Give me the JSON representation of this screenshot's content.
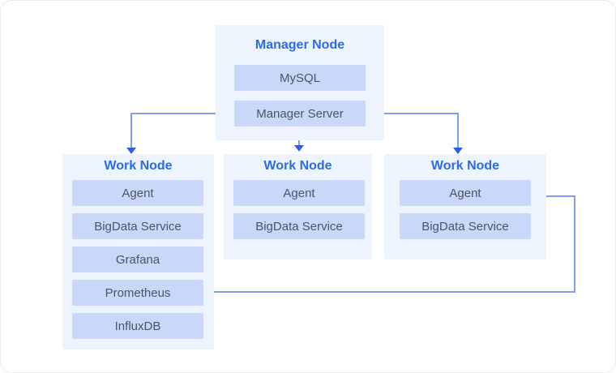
{
  "diagram": {
    "manager": {
      "title": "Manager Node",
      "components": [
        "MySQL",
        "Manager Server"
      ]
    },
    "workers": [
      {
        "title": "Work Node",
        "components": [
          "Agent",
          "BigData Service",
          "Grafana",
          "Prometheus",
          "InfluxDB"
        ]
      },
      {
        "title": "Work Node",
        "components": [
          "Agent",
          "BigData Service"
        ]
      },
      {
        "title": "Work Node",
        "components": [
          "Agent",
          "BigData Service"
        ]
      }
    ],
    "colors": {
      "panel-bg": "#EDF4FE",
      "box-bg": "#C9D7F8",
      "title-text": "#2B6BE8",
      "box-text": "#4B5468",
      "connector-line": "#7C9FF2",
      "arrowhead": "#2A5FE6"
    }
  }
}
